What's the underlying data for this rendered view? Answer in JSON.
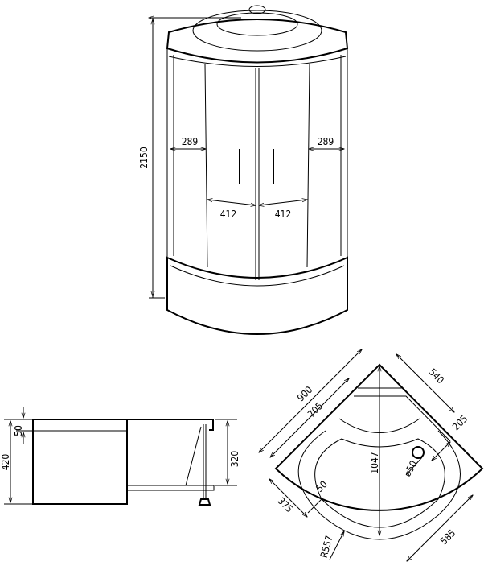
{
  "front_view": {
    "height": "2150",
    "side_left": "289",
    "side_right": "289",
    "door_left": "412",
    "door_right": "412"
  },
  "side_view": {
    "total_height": "420",
    "rim": "50",
    "tray_depth": "320"
  },
  "plan_view": {
    "width": "900",
    "inner_width": "705",
    "side": "540",
    "offset": "205",
    "drain": "⌀50",
    "diagonal": "1047",
    "wall": "50",
    "corner": "375",
    "depth": "585",
    "radius": "R557"
  }
}
